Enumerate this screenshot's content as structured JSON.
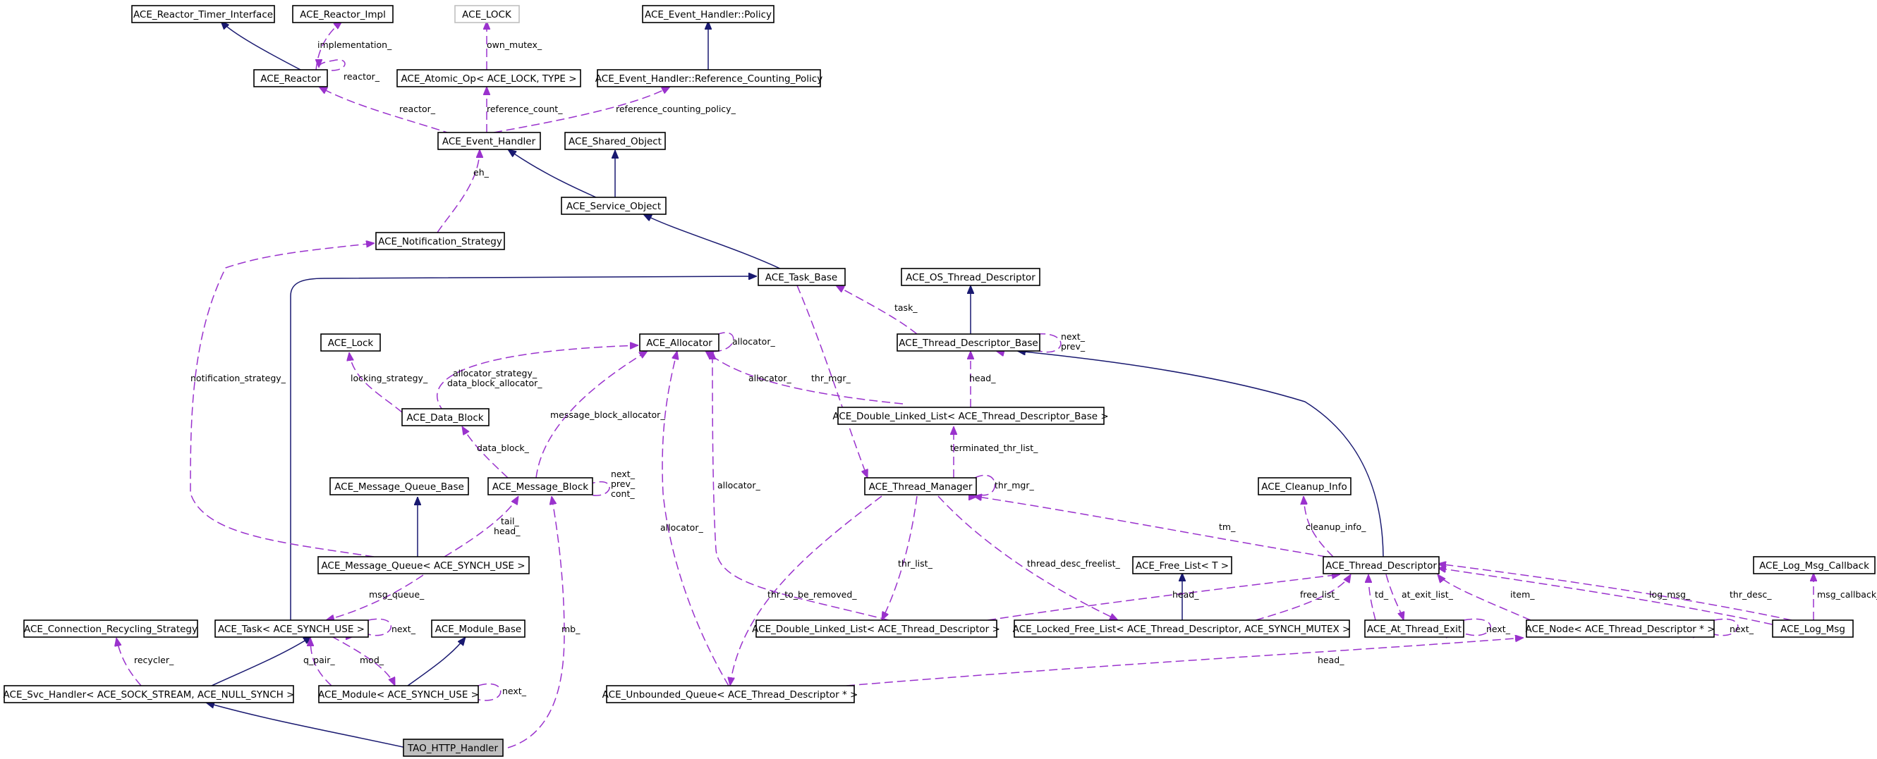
{
  "colors": {
    "inheritance": "#191970",
    "usage": "#9a32cd",
    "highlight_node": "#bfbfbf",
    "faint_node_border": "#bfbfbf"
  },
  "nodes": {
    "reactor_timer": "ACE_Reactor_Timer_Interface",
    "reactor_impl": "ACE_Reactor_Impl",
    "ace_lock_tpl": "ACE_LOCK",
    "eh_policy": "ACE_Event_Handler::Policy",
    "reactor": "ACE_Reactor",
    "atomic_op": "ACE_Atomic_Op< ACE_LOCK, TYPE >",
    "ref_counting_policy": "ACE_Event_Handler::Reference_Counting_Policy",
    "event_handler": "ACE_Event_Handler",
    "shared_object": "ACE_Shared_Object",
    "service_object": "ACE_Service_Object",
    "notification_strategy": "ACE_Notification_Strategy",
    "task_base": "ACE_Task_Base",
    "os_thread_descriptor": "ACE_OS_Thread_Descriptor",
    "ace_lock": "ACE_Lock",
    "allocator": "ACE_Allocator",
    "thread_descriptor_base": "ACE_Thread_Descriptor_Base",
    "data_block": "ACE_Data_Block",
    "dll_thread_descriptor_base": "ACE_Double_Linked_List< ACE_Thread_Descriptor_Base >",
    "message_queue_base": "ACE_Message_Queue_Base",
    "message_block": "ACE_Message_Block",
    "thread_manager": "ACE_Thread_Manager",
    "cleanup_info": "ACE_Cleanup_Info",
    "message_queue": "ACE_Message_Queue< ACE_SYNCH_USE >",
    "free_list": "ACE_Free_List< T >",
    "thread_descriptor": "ACE_Thread_Descriptor",
    "log_msg_callback": "ACE_Log_Msg_Callback",
    "connection_recycling": "ACE_Connection_Recycling_Strategy",
    "task": "ACE_Task< ACE_SYNCH_USE >",
    "module_base": "ACE_Module_Base",
    "dll_thread_descriptor": "ACE_Double_Linked_List< ACE_Thread_Descriptor >",
    "locked_free_list": "ACE_Locked_Free_List< ACE_Thread_Descriptor, ACE_SYNCH_MUTEX >",
    "at_thread_exit": "ACE_At_Thread_Exit",
    "node_thread_descriptor": "ACE_Node< ACE_Thread_Descriptor * >",
    "log_msg": "ACE_Log_Msg",
    "svc_handler": "ACE_Svc_Handler< ACE_SOCK_STREAM, ACE_NULL_SYNCH >",
    "module": "ACE_Module< ACE_SYNCH_USE >",
    "unbounded_queue": "ACE_Unbounded_Queue< ACE_Thread_Descriptor * >",
    "tao_http_handler": "TAO_HTTP_Handler"
  },
  "edge_labels": {
    "implementation": "implementation_",
    "reactor_self": "reactor_",
    "own_mutex": "own_mutex_",
    "reactor_eh": "reactor_",
    "reference_count": "reference_count_",
    "reference_counting_policy": "reference_counting_policy_",
    "eh": "eh_",
    "notification_strategy": "notification_strategy_",
    "locking_strategy": "locking_strategy_",
    "allocator_strategy": "allocator_strategy_",
    "data_block_allocator": "data_block_allocator_",
    "allocator_self": "allocator_",
    "message_block_allocator": "message_block_allocator_",
    "allocator_dll": "allocator_",
    "thr_mgr_task_base": "thr_mgr_",
    "task": "task_",
    "tdb_next": "next_",
    "tdb_prev": "prev_",
    "head_dll": "head_",
    "terminated_thr_list": "terminated_thr_list_",
    "data_block": "data_block_",
    "mb_next": "next_",
    "mb_prev": "prev_",
    "mb_cont": "cont_",
    "thr_mgr_self": "thr_mgr_",
    "tail": "tail_",
    "head_mq": "head_",
    "allocator_mid": "allocator_",
    "allocator_left": "allocator_",
    "tm": "tm_",
    "cleanup_info": "cleanup_info_",
    "thr_list": "thr_list_",
    "thread_desc_freelist": "thread_desc_freelist_",
    "thr_to_be_removed": "thr_to_be_removed_",
    "msg_queue": "msg_queue_",
    "task_next": "next_",
    "mb": "mb_",
    "head_td": "head_",
    "free_list": "free_list_",
    "td": "td_",
    "at_exit_list": "at_exit_list_",
    "item": "item_",
    "log_msg": "log_msg_",
    "thr_desc": "thr_desc_",
    "msg_callback": "msg_callback_",
    "ate_next": "next_",
    "node_next": "next_",
    "recycler": "recycler_",
    "q_pair": "q_pair_",
    "mod": "mod_",
    "module_next": "next_",
    "head_unbounded": "head_"
  }
}
